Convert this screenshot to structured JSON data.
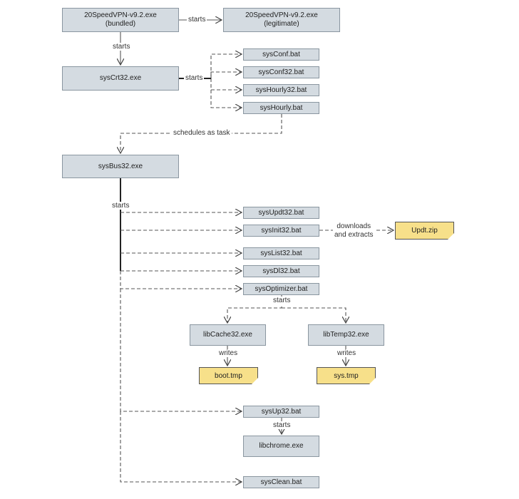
{
  "nodes": {
    "vpn_bundled": {
      "line1": "20SpeedVPN-v9.2.exe",
      "line2": "(bundled)"
    },
    "vpn_legit": {
      "line1": "20SpeedVPN-v9.2.exe",
      "line2": "(legitimate)"
    },
    "syscrt32": "sysCrt32.exe",
    "sysconf": "sysConf.bat",
    "sysconf32": "sysConf32.bat",
    "syshourly32": "sysHourly32.bat",
    "syshourly": "sysHourly.bat",
    "sysbus32": "sysBus32.exe",
    "sysupdt32": "sysUpdt32.bat",
    "sysinit32": "sysInit32.bat",
    "updt_zip": "Updt.zip",
    "syslist32": "sysList32.bat",
    "sysdl32": "sysDl32.bat",
    "sysoptimizer": "sysOptimizer.bat",
    "libcache32": "libCache32.exe",
    "libtemp32": "libTemp32.exe",
    "boot_tmp": "boot.tmp",
    "sys_tmp": "sys.tmp",
    "sysup32": "sysUp32.bat",
    "libchrome": "libchrome.exe",
    "sysclean": "sysClean.bat"
  },
  "edge_labels": {
    "starts_legit": "starts",
    "starts_crt": "starts",
    "starts_bats": "starts",
    "schedules": "schedules as task",
    "starts_bus": "starts",
    "downloads": {
      "line1": "downloads",
      "line2": "and extracts"
    },
    "starts_lib": "starts",
    "writes_boot": "writes",
    "writes_sys": "writes",
    "starts_chrome": "starts"
  }
}
